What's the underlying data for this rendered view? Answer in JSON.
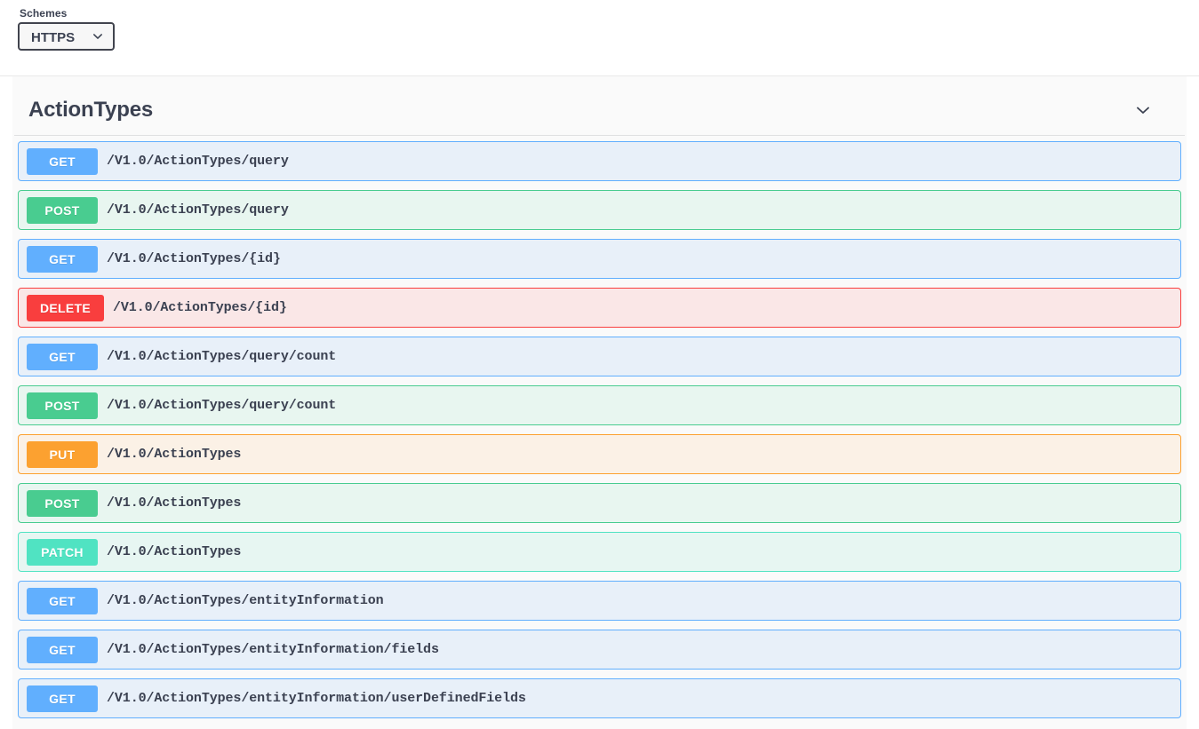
{
  "schemes": {
    "label": "Schemes",
    "selected": "HTTPS",
    "options": [
      "HTTPS"
    ],
    "chevron_icon": "chevron-down-icon"
  },
  "tag": {
    "title": "ActionTypes",
    "toggle_icon": "chevron-down-icon",
    "expanded": true
  },
  "colors": {
    "get": "#61affe",
    "post": "#49cc90",
    "delete": "#f93e3e",
    "put": "#fca130",
    "patch": "#50e3c2",
    "get_bg": "#e8f0f9",
    "post_bg": "#e8f6f0",
    "delete_bg": "#fae7e7",
    "put_bg": "#fbf1e6",
    "patch_bg": "#e7f6f2",
    "section_bg": "#fafafa",
    "text": "#3b4151"
  },
  "operations": [
    {
      "method": "GET",
      "path": "/V1.0/ActionTypes/query"
    },
    {
      "method": "POST",
      "path": "/V1.0/ActionTypes/query"
    },
    {
      "method": "GET",
      "path": "/V1.0/ActionTypes/{id}"
    },
    {
      "method": "DELETE",
      "path": "/V1.0/ActionTypes/{id}"
    },
    {
      "method": "GET",
      "path": "/V1.0/ActionTypes/query/count"
    },
    {
      "method": "POST",
      "path": "/V1.0/ActionTypes/query/count"
    },
    {
      "method": "PUT",
      "path": "/V1.0/ActionTypes"
    },
    {
      "method": "POST",
      "path": "/V1.0/ActionTypes"
    },
    {
      "method": "PATCH",
      "path": "/V1.0/ActionTypes"
    },
    {
      "method": "GET",
      "path": "/V1.0/ActionTypes/entityInformation"
    },
    {
      "method": "GET",
      "path": "/V1.0/ActionTypes/entityInformation/fields"
    },
    {
      "method": "GET",
      "path": "/V1.0/ActionTypes/entityInformation/userDefinedFields"
    }
  ]
}
